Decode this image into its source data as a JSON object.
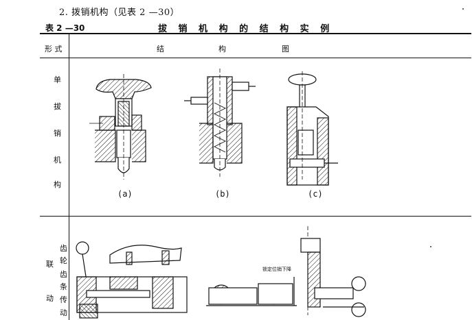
{
  "page": {
    "heading": "2.  拨销机构（见表 2 —30）",
    "table_number": "表 2 —30",
    "table_title": "拔 销 机 构 的 结 构 实 例"
  },
  "table": {
    "col_form": "形 式",
    "col_structure": [
      "结",
      "构",
      "图"
    ],
    "row1": {
      "label": [
        "单",
        "拔",
        "销",
        "机",
        "构"
      ],
      "captions": [
        "(a)",
        "(b)",
        "(c)"
      ]
    },
    "row2": {
      "label": [
        "联",
        "动"
      ],
      "sublabel": [
        "齿",
        "轮",
        "齿",
        "条",
        "传",
        "动"
      ],
      "annotation": "锁定位销下降"
    }
  }
}
